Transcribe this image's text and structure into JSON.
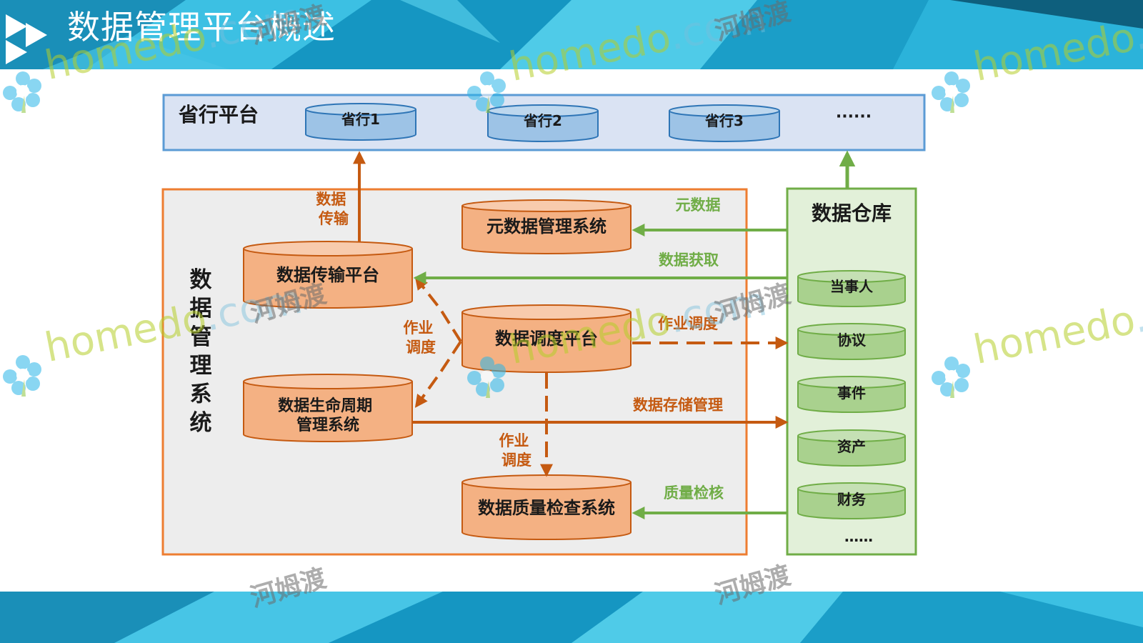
{
  "slide": {
    "title": "数据管理平台概述"
  },
  "province_platform": {
    "label": "省行平台",
    "banks": [
      "省行1",
      "省行2",
      "省行3"
    ],
    "more": "······"
  },
  "management_system": {
    "label": "数据管理系统",
    "nodes": {
      "metadata": "元数据管理系统",
      "transfer": "数据传输平台",
      "scheduling": "数据调度平台",
      "lifecycle_line1": "数据生命周期",
      "lifecycle_line2": "管理系统",
      "quality": "数据质量检查系统"
    }
  },
  "warehouse": {
    "label": "数据仓库",
    "items": [
      "当事人",
      "协议",
      "事件",
      "资产",
      "财务"
    ],
    "more": "……"
  },
  "edge_labels": {
    "data_transfer_line1": "数据",
    "data_transfer_line2": "传输",
    "metadata": "元数据",
    "data_fetch": "数据获取",
    "job_sched_left_line1": "作业",
    "job_sched_left_line2": "调度",
    "job_sched_right": "作业调度",
    "storage_mgmt": "数据存储管理",
    "job_sched_down_line1": "作业",
    "job_sched_down_line2": "调度",
    "quality_check": "质量检核"
  },
  "watermarks": {
    "latin_main": "homedo",
    "latin_suffix": ".com",
    "chinese": "河姆渡"
  },
  "colors": {
    "orange_fill": "#f4b183",
    "orange_stroke": "#c55a11",
    "blue_fill": "#9dc3e6",
    "blue_stroke": "#2e75b6",
    "green_fill": "#a9d18e",
    "green_stroke": "#70ad47",
    "edge_orange": "#c55a11",
    "edge_green": "#70ad47",
    "label_orange": "#c55a11",
    "label_green": "#70ad47"
  }
}
